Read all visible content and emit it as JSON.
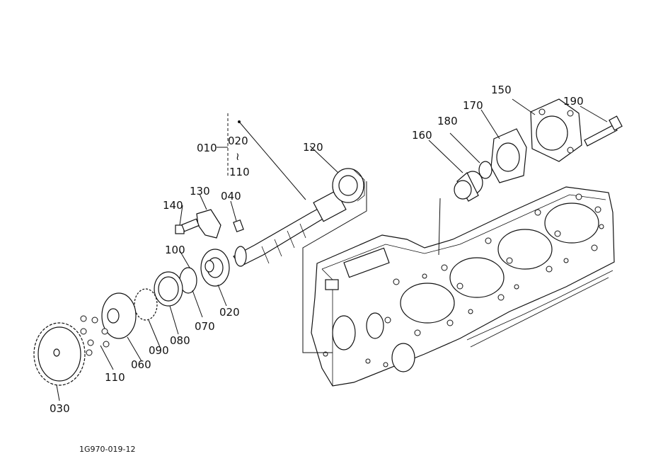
{
  "diagram": {
    "code": "1G970-019-12",
    "callouts": {
      "c010": "010",
      "c020_range": "020",
      "c_tilde": "≀",
      "c110_range": "110",
      "c120": "120",
      "c130": "130",
      "c140": "140",
      "c040": "040",
      "c100": "100",
      "c020": "020",
      "c070": "070",
      "c080": "080",
      "c090": "090",
      "c060": "060",
      "c110": "110",
      "c030": "030",
      "c150": "150",
      "c160": "160",
      "c170": "170",
      "c180": "180",
      "c190": "190"
    }
  }
}
